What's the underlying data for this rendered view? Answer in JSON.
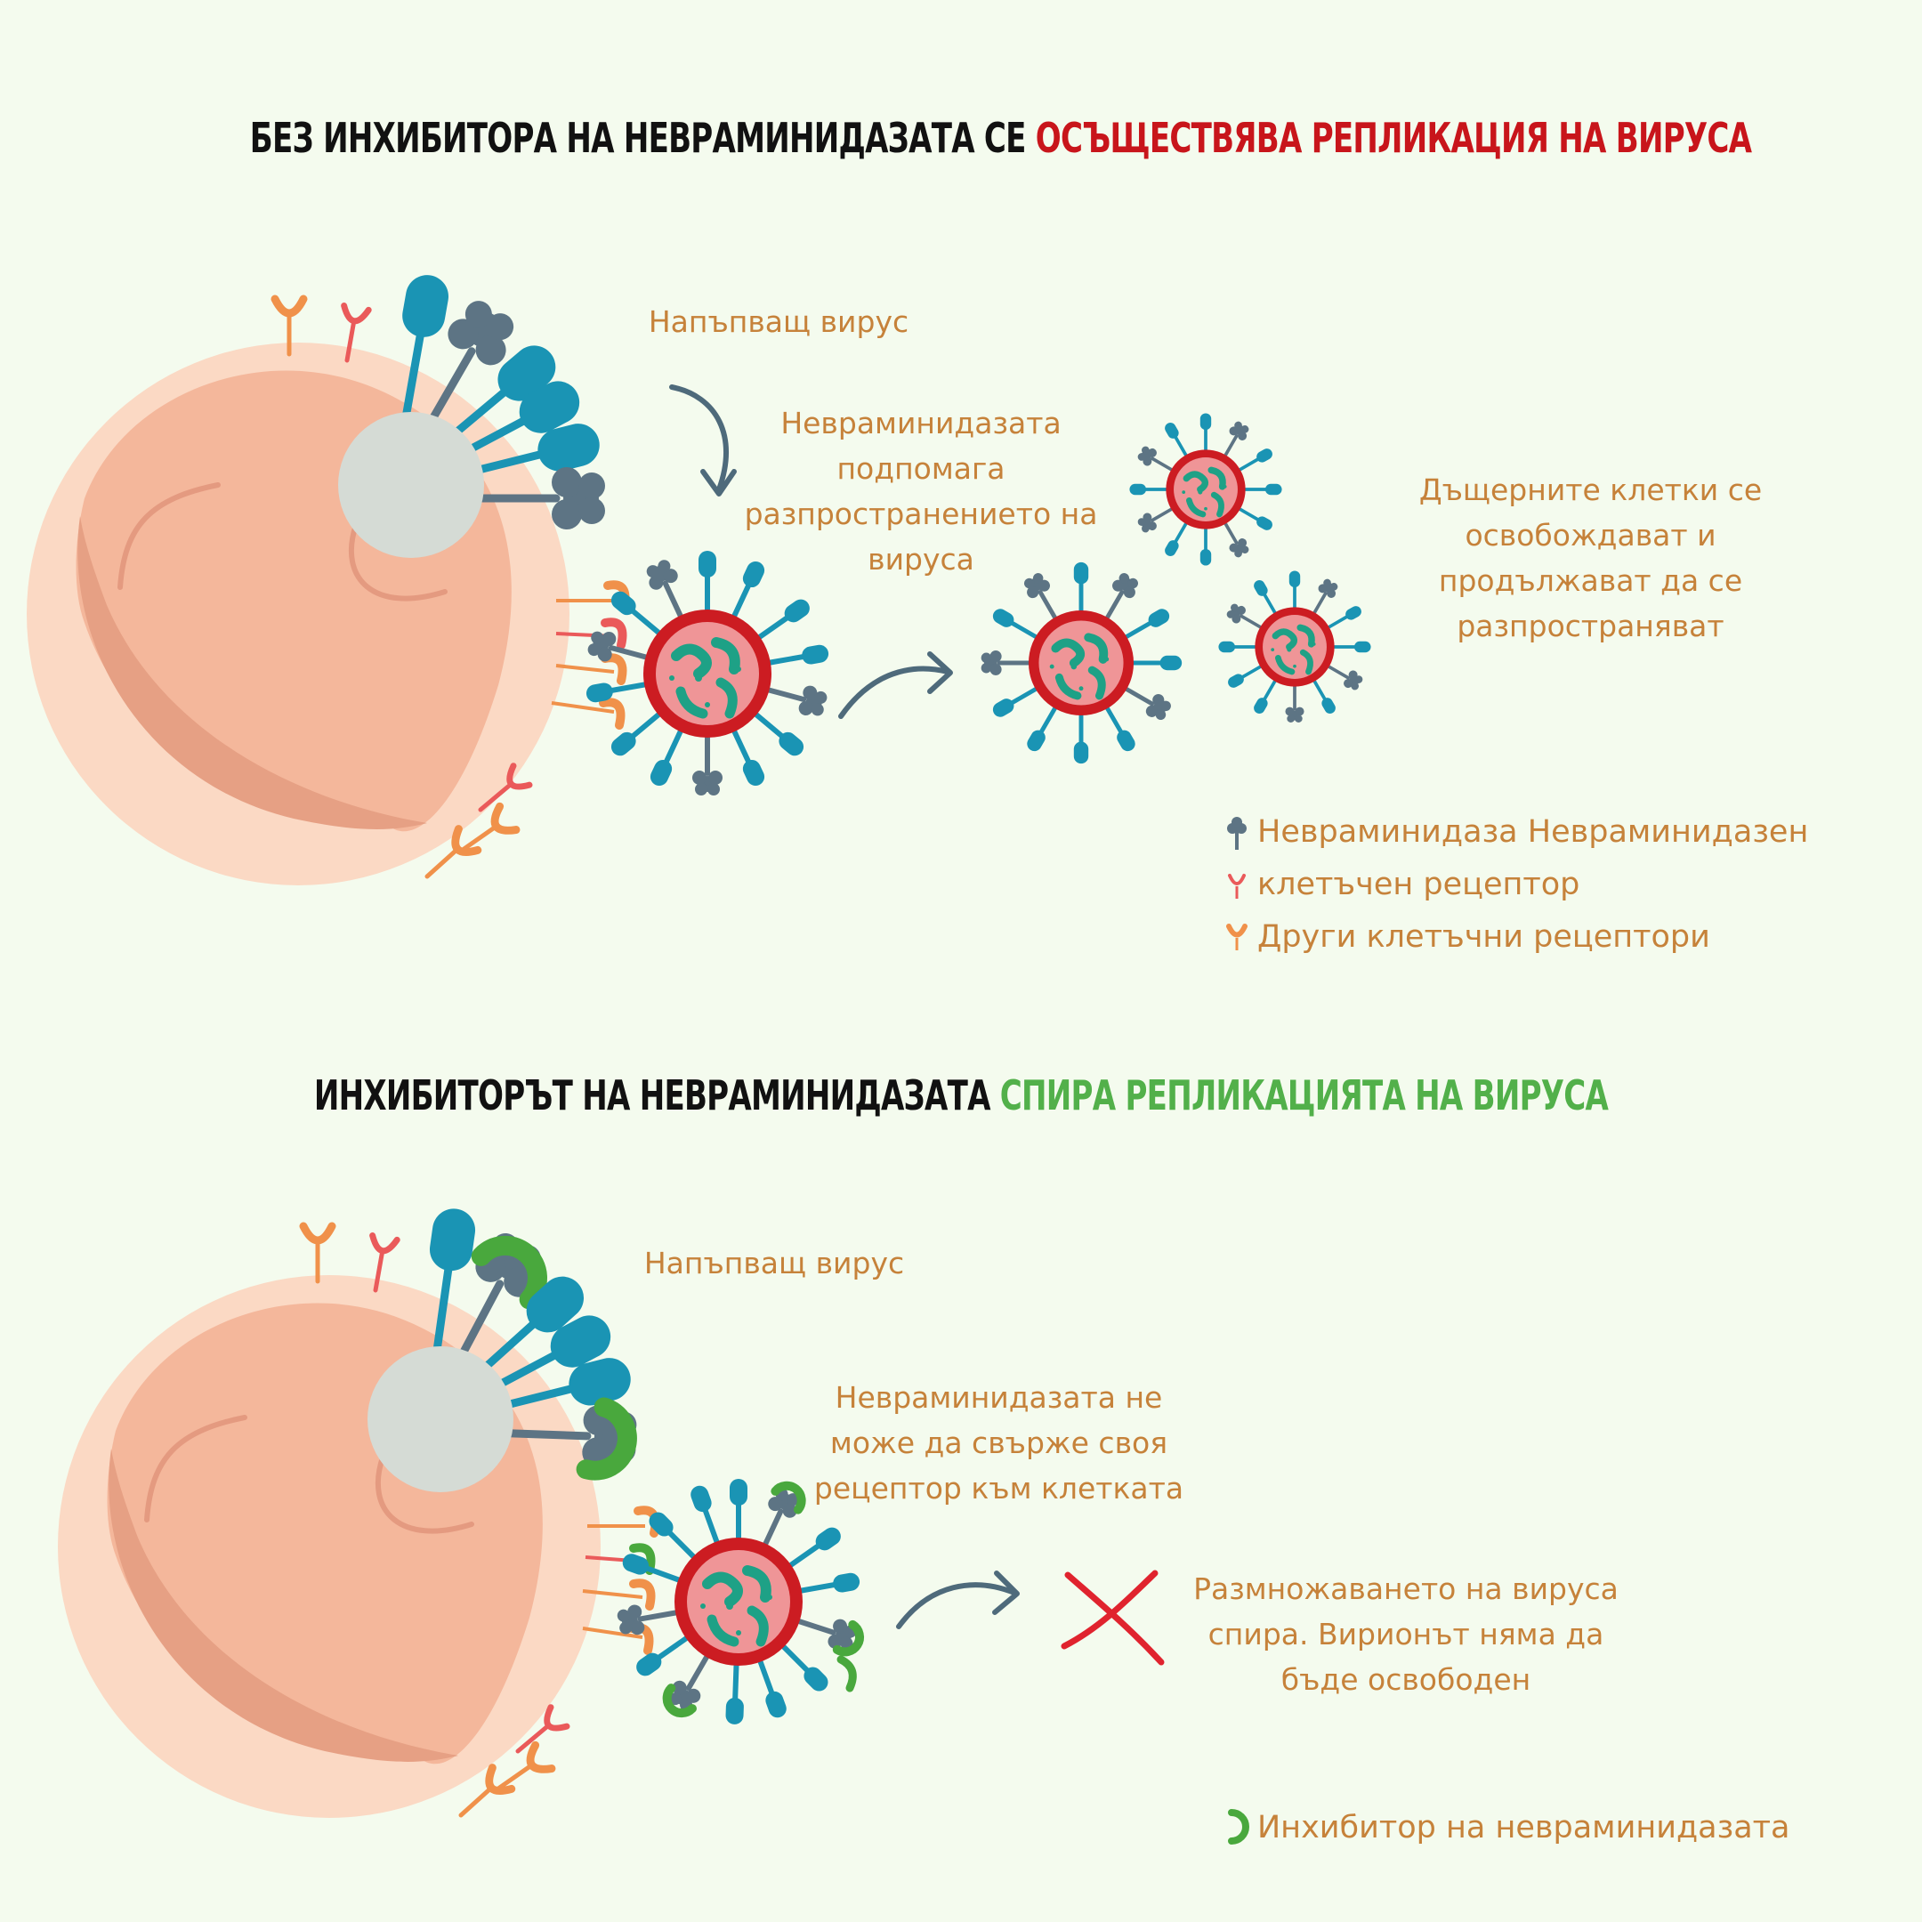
{
  "section_top": {
    "title_plain": "БЕЗ ИНХИБИТОРА НА НЕВРАМИНИДАЗАТА СЕ ",
    "title_emphasis": "ОСЪЩЕСТВЯВА РЕПЛИКАЦИЯ НА ВИРУСА",
    "label_attacking": "Напъпващ вирус",
    "label_helps": "Невраминидазата подпомага разпространението на вируса",
    "label_daughters": "Дъщерните клетки се освобождават и продължават да се разпространяват",
    "legend": [
      {
        "icon": "neuraminidase-icon",
        "text": "Невраминидаза Невраминидазен"
      },
      {
        "icon": "cell-receptor-icon",
        "text": "клетъчен рецептор"
      },
      {
        "icon": "other-receptor-icon",
        "text": "Други клетъчни рецептори"
      }
    ]
  },
  "section_bottom": {
    "title_plain": "ИНХИБИТОРЪТ НА НЕВРАМИНИДАЗАТА ",
    "title_emphasis": "СПИРА РЕПЛИКАЦИЯТА НА ВИРУСА",
    "label_attacking": "Напъпващ вирус",
    "label_cannot_bind": "Невраминидазата не може да свърже своя рецептор към клетката",
    "label_stops": "Размножаването на вируса спира. Вирионът няма да бъде освободен",
    "legend": [
      {
        "icon": "inhibitor-icon",
        "text": "Инхибитор на невраминидазата"
      }
    ]
  },
  "colors": {
    "background": "#f4fbee",
    "title_red": "#c8151b",
    "title_green": "#52b04a",
    "label_text": "#c6823a",
    "spike_teal": "#1a94b4",
    "neuraminidase_gray": "#5d7484",
    "virus_capsid": "#cc1c22",
    "virus_core": "#ef9597",
    "cell_outer": "#fbd9c4",
    "cell_inner": "#f4b79b",
    "receptor_red": "#ea5a5a",
    "receptor_orange": "#f0914a",
    "inhibitor_green": "#49a83d",
    "arrow": "#4e6a7b",
    "cross": "#e0232e"
  }
}
